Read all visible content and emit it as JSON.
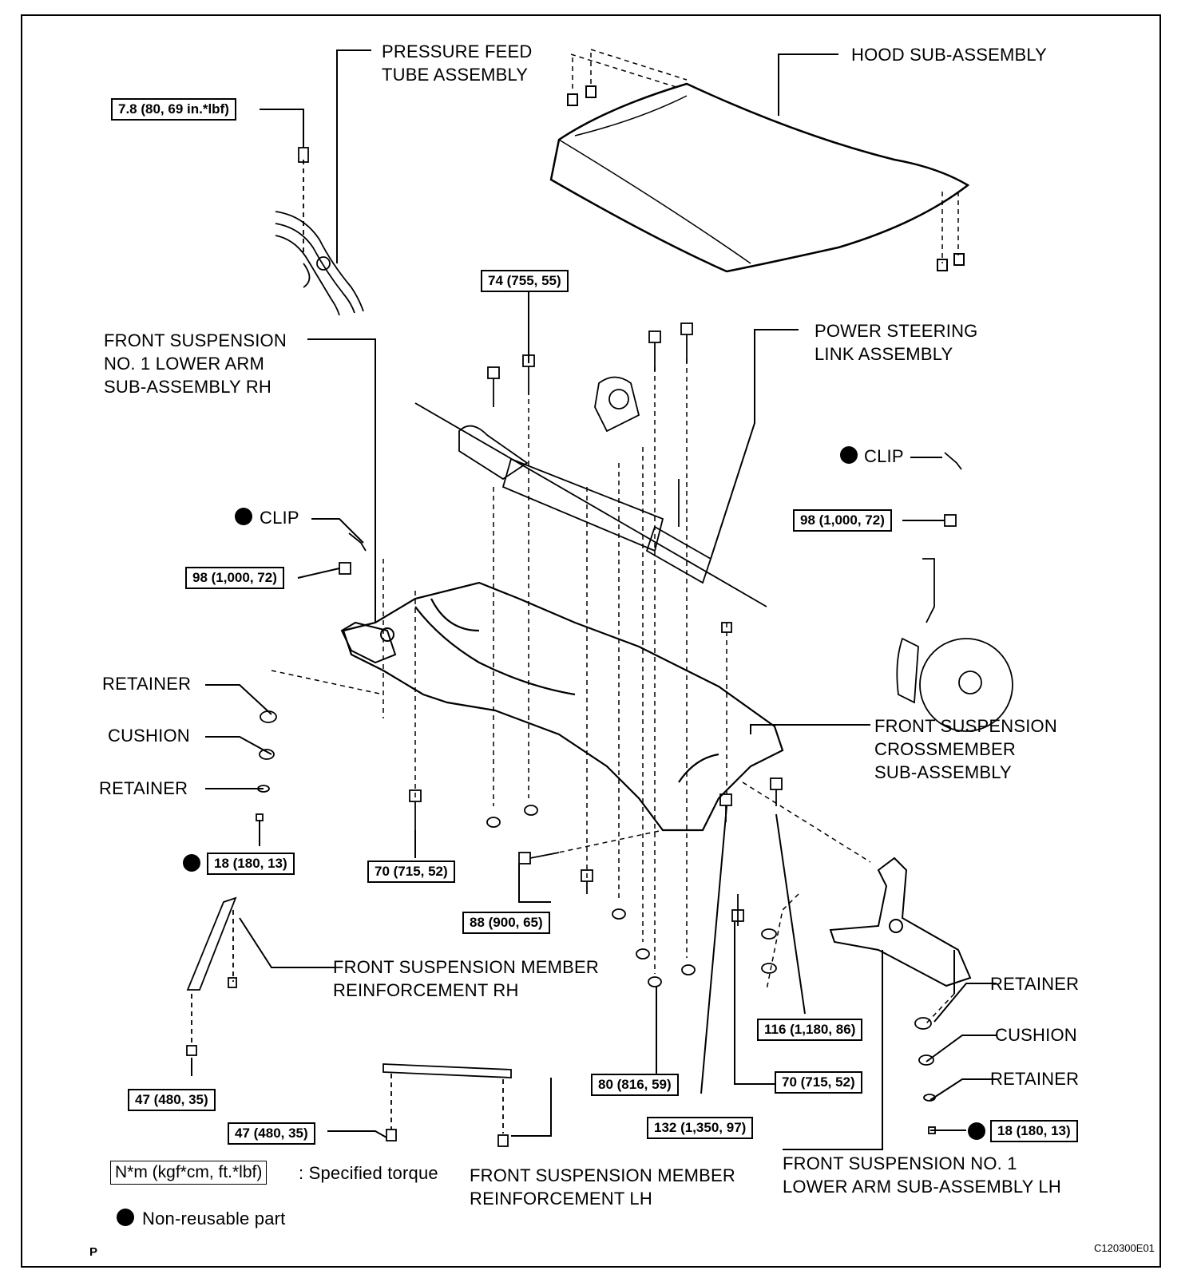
{
  "labels": {
    "pressure_feed": "PRESSURE FEED\nTUBE ASSEMBLY",
    "hood": "HOOD SUB-ASSEMBLY",
    "lower_arm_rh": "FRONT SUSPENSION\nNO. 1 LOWER ARM\nSUB-ASSEMBLY RH",
    "power_steering": "POWER STEERING\nLINK ASSEMBLY",
    "clip_left": "CLIP",
    "clip_right": "CLIP",
    "retainer_l1": "RETAINER",
    "cushion_l": "CUSHION",
    "retainer_l2": "RETAINER",
    "crossmember": "FRONT SUSPENSION\nCROSSMEMBER\nSUB-ASSEMBLY",
    "member_reinf_rh": "FRONT SUSPENSION MEMBER\nREINFORCEMENT RH",
    "retainer_r1": "RETAINER",
    "cushion_r": "CUSHION",
    "retainer_r2": "RETAINER",
    "member_reinf_lh": "FRONT SUSPENSION MEMBER\nREINFORCEMENT LH",
    "lower_arm_lh": "FRONT SUSPENSION NO. 1\nLOWER ARM SUB-ASSEMBLY LH"
  },
  "torques": {
    "t_pressure": "7.8 (80, 69 in.*lbf)",
    "t_74": "74 (755, 55)",
    "t_98_right": "98 (1,000, 72)",
    "t_98_left": "98 (1,000, 72)",
    "t_18_left": "18 (180, 13)",
    "t_70_left": "70 (715, 52)",
    "t_88": "88 (900, 65)",
    "t_116": "116 (1,180, 86)",
    "t_47_a": "47 (480, 35)",
    "t_47_b": "47 (480, 35)",
    "t_80": "80 (816, 59)",
    "t_70_right": "70 (715, 52)",
    "t_132": "132 (1,350, 97)",
    "t_18_right": "18 (180, 13)"
  },
  "legend": {
    "torque_unit": "N*m (kgf*cm, ft.*lbf)",
    "torque_desc": ": Specified torque",
    "nonreusable": "Non-reusable part"
  },
  "footer": {
    "page_mark": "P",
    "figure_code": "C120300E01"
  }
}
